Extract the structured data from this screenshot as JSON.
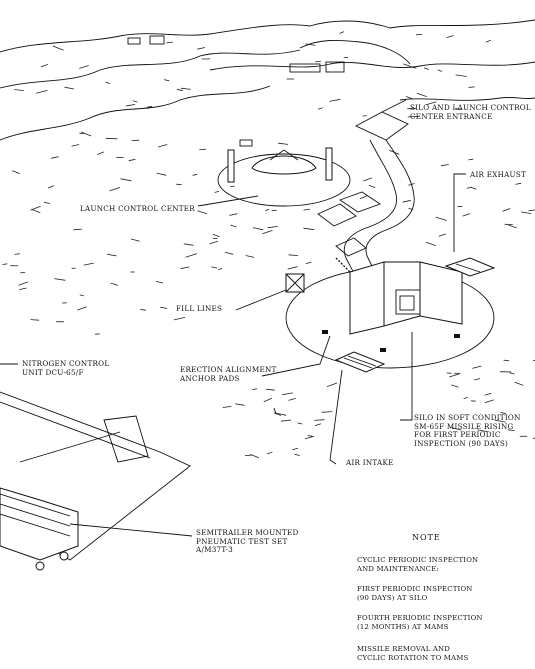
{
  "labels": {
    "silo_entrance": "SILO AND LAUNCH CONTROL CENTER ENTRANCE",
    "air_exhaust": "AIR EXHAUST",
    "launch_control": "LAUNCH CONTROL CENTER",
    "fill_lines": "FILL LINES",
    "nitrogen_control": "NITROGEN CONTROL UNIT DCU-65/F",
    "erection_alignment": "ERECTION ALIGNMENT ANCHOR PADS",
    "silo_condition": "SILO IN SOFT CONDITION SM-65F MISSILE RISING FOR FIRST PERIODIC INSPECTION (90 DAYS)",
    "air_intake": "AIR INTAKE",
    "semitrailer": "SEMITRAILER MOUNTED PNEUMATIC TEST SET A/M37T-3"
  },
  "label_lines": {
    "silo_entrance": [
      "SILO AND LAUNCH CONTROL",
      "CENTER ENTRANCE"
    ],
    "nitrogen_control": [
      "NITROGEN CONTROL",
      "UNIT DCU-65/F"
    ],
    "erection_alignment": [
      "ERECTION ALIGNMENT",
      "ANCHOR PADS"
    ],
    "silo_condition": [
      "SILO IN SOFT CONDITION",
      "SM-65F MISSILE RISING",
      "FOR FIRST PERIODIC",
      "INSPECTION (90 DAYS)"
    ],
    "semitrailer": [
      "SEMITRAILER MOUNTED",
      "PNEUMATIC TEST SET",
      "A/M37T-3"
    ]
  },
  "note": {
    "title": "NOTE",
    "items": [
      [
        "CYCLIC PERIODIC INSPECTION",
        "AND MAINTENANCE:"
      ],
      [
        "FIRST PERIODIC INSPECTION",
        "(90 DAYS) AT SILO"
      ],
      [
        "FOURTH PERIODIC INSPECTION",
        "(12 MONTHS) AT MAMS"
      ],
      [
        "MISSILE REMOVAL AND",
        "CYCLIC ROTATION TO MAMS"
      ]
    ]
  }
}
